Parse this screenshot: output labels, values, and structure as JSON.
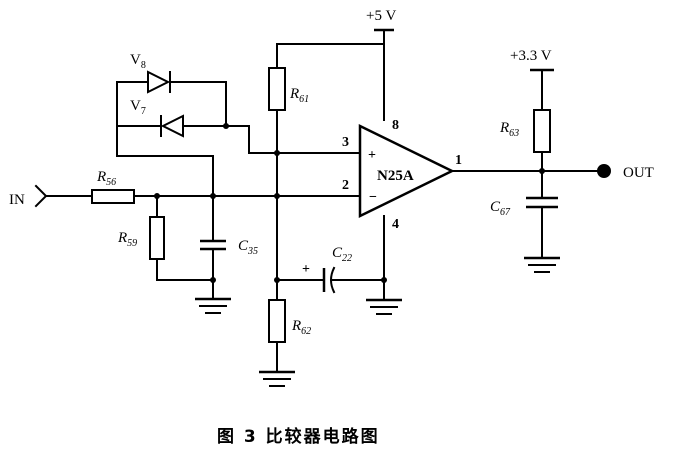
{
  "labels": {
    "vcc5": "+5 V",
    "vcc33": "+3.3 V",
    "input": "IN",
    "output": "OUT",
    "chip": "N25A",
    "pin_plus_in": "3",
    "pin_minus_in": "2",
    "pin_out": "1",
    "pin_vcc": "8",
    "pin_gnd": "4",
    "plus_sign": "+",
    "minus_sign": "−",
    "cap_plus": "+"
  },
  "components": {
    "v8": {
      "letter": "V",
      "sub": "8"
    },
    "v7": {
      "letter": "V",
      "sub": "7"
    },
    "r56": {
      "letter": "R",
      "sub": "56"
    },
    "r59": {
      "letter": "R",
      "sub": "59"
    },
    "r61": {
      "letter": "R",
      "sub": "61"
    },
    "r62": {
      "letter": "R",
      "sub": "62"
    },
    "r63": {
      "letter": "R",
      "sub": "63"
    },
    "c35": {
      "letter": "C",
      "sub": "35"
    },
    "c22": {
      "letter": "C",
      "sub": "22"
    },
    "c67": {
      "letter": "C",
      "sub": "67"
    }
  },
  "caption": "图 3   比较器电路图"
}
